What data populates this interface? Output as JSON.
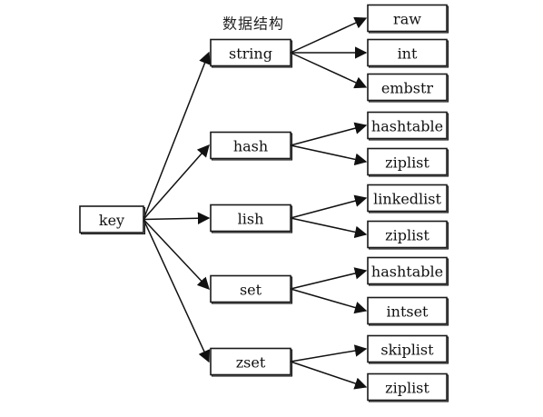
{
  "diagram": {
    "heading": "数据结构",
    "root": "key",
    "types": [
      {
        "label": "string",
        "encodings": [
          "raw",
          "int",
          "embstr"
        ]
      },
      {
        "label": "hash",
        "encodings": [
          "hashtable",
          "ziplist"
        ]
      },
      {
        "label": "lish",
        "encodings": [
          "linkedlist",
          "ziplist"
        ]
      },
      {
        "label": "set",
        "encodings": [
          "hashtable",
          "intset"
        ]
      },
      {
        "label": "zset",
        "encodings": [
          "skiplist",
          "ziplist"
        ]
      }
    ]
  }
}
